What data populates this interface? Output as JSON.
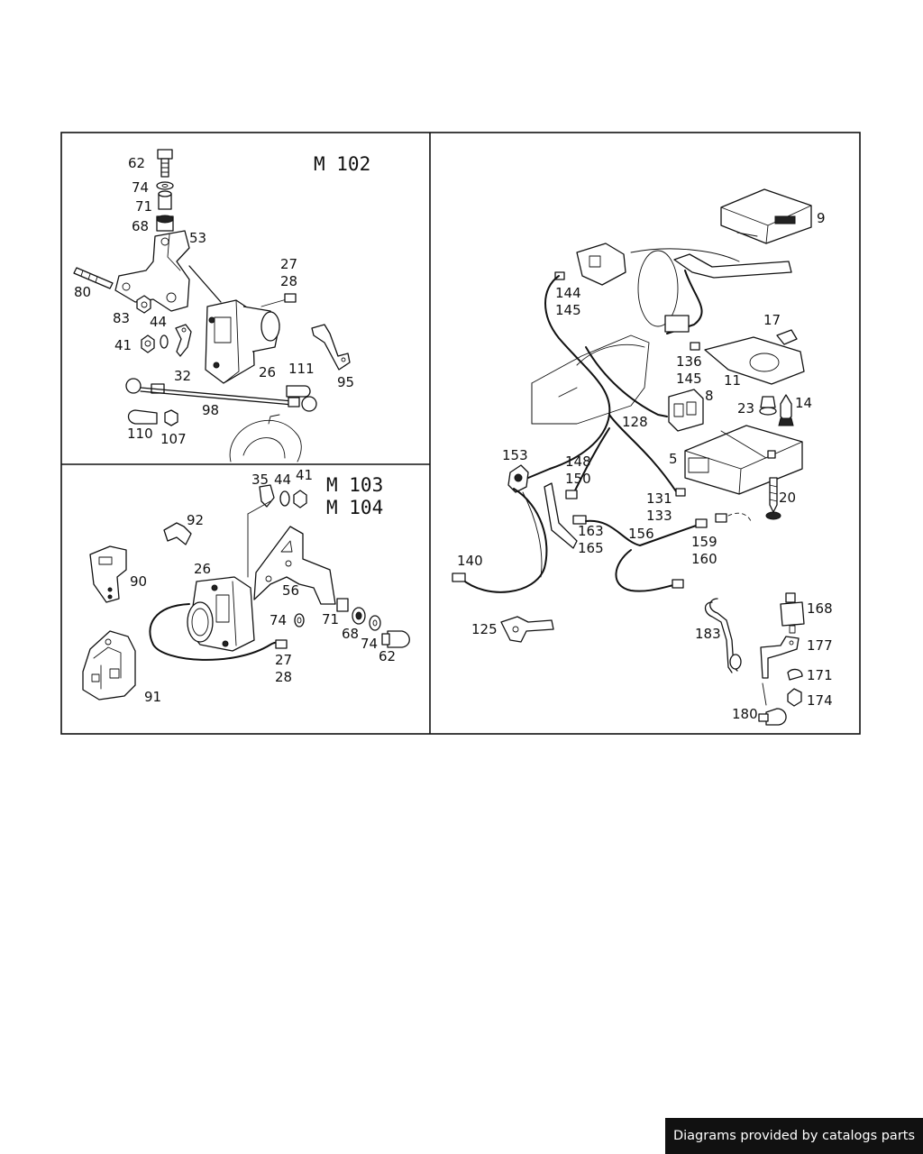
{
  "panels": {
    "top_left": {
      "engine": "M 102",
      "labels": [
        "62",
        "74",
        "71",
        "68",
        "53",
        "27",
        "28",
        "80",
        "83",
        "44",
        "41",
        "32",
        "26",
        "111",
        "95",
        "98",
        "110",
        "107"
      ]
    },
    "bottom_left": {
      "engine_line1": "M 103",
      "engine_line2": "M 104",
      "labels": [
        "35",
        "44",
        "41",
        "92",
        "90",
        "26",
        "56",
        "74",
        "71",
        "68",
        "74",
        "62",
        "27",
        "28",
        "91"
      ]
    },
    "right": {
      "labels": [
        "9",
        "144",
        "145",
        "17",
        "136",
        "145",
        "11",
        "8",
        "23",
        "14",
        "128",
        "153",
        "148",
        "150",
        "5",
        "131",
        "133",
        "20",
        "163",
        "165",
        "156",
        "159",
        "160",
        "140",
        "168",
        "125",
        "183",
        "177",
        "171",
        "174",
        "180"
      ]
    }
  },
  "footer": {
    "credit": "Diagrams provided by catalogs parts"
  }
}
